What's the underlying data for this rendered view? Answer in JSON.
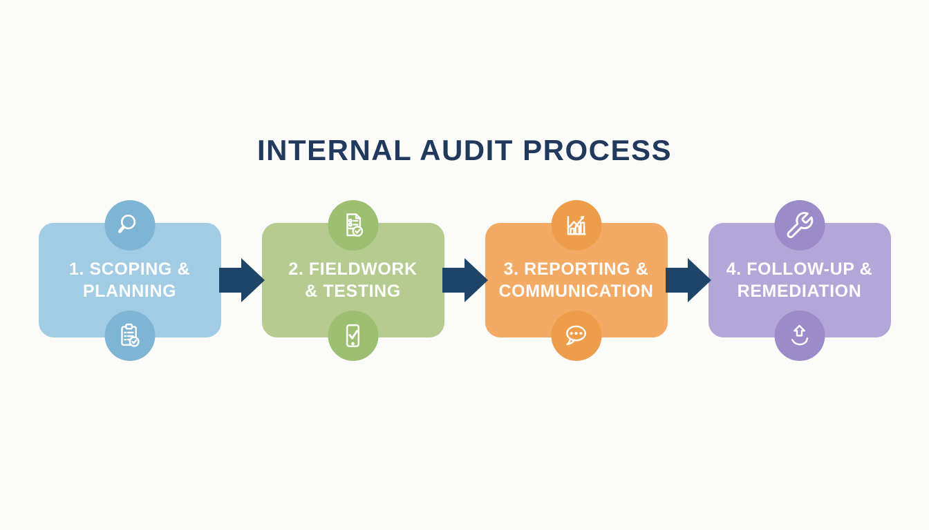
{
  "title": "INTERNAL AUDIT PROCESS",
  "colors": {
    "background": "#fbfbf9",
    "title_text": "#20395c",
    "arrow": "#1e4467",
    "step_label_text": "#ffffff"
  },
  "steps": [
    {
      "line1": "1. SCOPING &",
      "line2": "PLANNING",
      "box_color": "#a2cce3",
      "badge_color": "#7eb5d5",
      "top_icon": "magnifier-icon",
      "bottom_icon": "clipboard-check-icon"
    },
    {
      "line1": "2. FIELDWORK",
      "line2": "& TESTING",
      "box_color": "#b5cb90",
      "badge_color": "#9dbf72",
      "top_icon": "checklist-document-icon",
      "bottom_icon": "tablet-check-icon"
    },
    {
      "line1": "3. REPORTING &",
      "line2": "COMMUNICATION",
      "box_color": "#f2aa64",
      "badge_color": "#ee9d4b",
      "top_icon": "bar-chart-growth-icon",
      "bottom_icon": "speech-bubble-icon"
    },
    {
      "line1": "4. FOLLOW-UP &",
      "line2": "REMEDIATION",
      "box_color": "#b2a7d7",
      "badge_color": "#9b8cc9",
      "top_icon": "wrench-icon",
      "bottom_icon": "arrow-up-curve-icon"
    }
  ]
}
